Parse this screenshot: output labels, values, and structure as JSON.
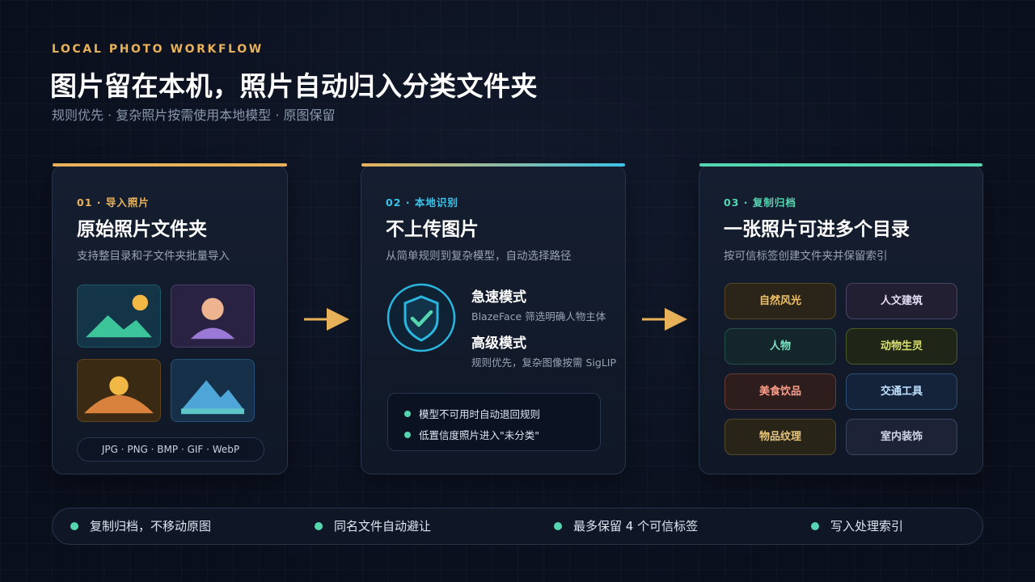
{
  "header": {
    "eyebrow": "LOCAL PHOTO WORKFLOW",
    "title": "图片留在本机，照片自动归入分类文件夹",
    "subtitle": "规则优先 · 复杂照片按需使用本地模型 · 原图保留"
  },
  "cards": [
    {
      "step": "01 · 导入照片",
      "title": "原始照片文件夹",
      "subtitle": "支持整目录和子文件夹批量导入",
      "formats": "JPG · PNG · BMP · GIF · WebP",
      "accent": "#e8b25a"
    },
    {
      "step": "02 · 本地识别",
      "title": "不上传图片",
      "subtitle": "从简单规则到复杂模型，自动选择路径",
      "accent": "#3cc3e8",
      "modes": [
        {
          "title": "急速模式",
          "desc": "BlazeFace 筛选明确人物主体"
        },
        {
          "title": "高级模式",
          "desc": "规则优先，复杂图像按需 SigLIP"
        }
      ],
      "notes": [
        "模型不可用时自动退回规则",
        "低置信度照片进入\"未分类\""
      ]
    },
    {
      "step": "03 · 复制归档",
      "title": "一张照片可进多个目录",
      "subtitle": "按可信标签创建文件夹并保留索引",
      "accent": "#55d6b0",
      "categories": [
        "自然风光",
        "人文建筑",
        "人物",
        "动物生灵",
        "美食饮品",
        "交通工具",
        "物品纹理",
        "室内装饰"
      ]
    }
  ],
  "footer": [
    "复制归档，不移动原图",
    "同名文件自动避让",
    "最多保留 4 个可信标签",
    "写入处理索引"
  ],
  "colors": {
    "background": "#0b1120",
    "gold": "#e8b25a",
    "cyan": "#3cc3e8",
    "green": "#55d6b0",
    "category_text": [
      "#f0c063",
      "#e6ddf5",
      "#7fe3c4",
      "#d9e06a",
      "#ff9d88",
      "#bfe1ff",
      "#e6c47e",
      "#d3d8e8"
    ]
  },
  "icons": [
    "landscape-photo-icon",
    "person-photo-icon",
    "sunset-photo-icon",
    "mountain-photo-icon",
    "arrow-right-icon",
    "shield-check-icon"
  ]
}
